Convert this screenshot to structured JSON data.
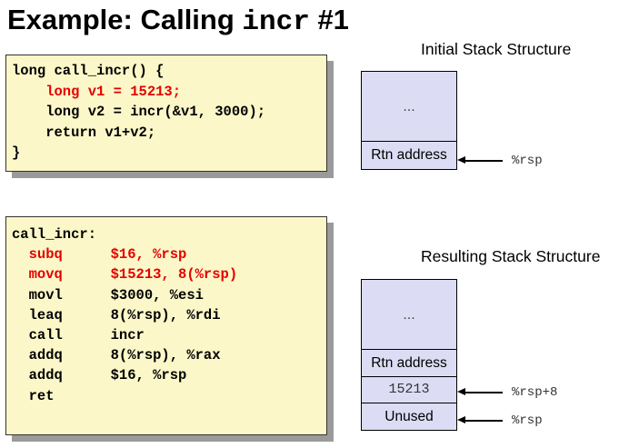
{
  "title": {
    "prefix": "Example: Calling ",
    "func": "incr",
    "suffix": " #1"
  },
  "c_code": {
    "lines": [
      {
        "text": "long call_incr() {",
        "highlight": false
      },
      {
        "text": "    long v1 = 15213;",
        "highlight": true
      },
      {
        "text": "    long v2 = incr(&v1, 3000);",
        "highlight": false
      },
      {
        "text": "    return v1+v2;",
        "highlight": false
      },
      {
        "text": "}",
        "highlight": false
      }
    ]
  },
  "asm_code": {
    "label": "call_incr:",
    "lines": [
      {
        "instr": "subq",
        "operands": "$16, %rsp",
        "highlight": true
      },
      {
        "instr": "movq",
        "operands": "$15213, 8(%rsp)",
        "highlight": true
      },
      {
        "instr": "movl",
        "operands": "$3000, %esi",
        "highlight": false
      },
      {
        "instr": "leaq",
        "operands": "8(%rsp), %rdi",
        "highlight": false
      },
      {
        "instr": "call",
        "operands": "incr",
        "highlight": false
      },
      {
        "instr": "addq",
        "operands": "8(%rsp), %rax",
        "highlight": false
      },
      {
        "instr": "addq",
        "operands": "$16, %rsp",
        "highlight": false
      },
      {
        "instr": "ret",
        "operands": "",
        "highlight": false
      }
    ]
  },
  "initial_stack": {
    "label": "Initial Stack Structure",
    "cells": {
      "dots": "...",
      "rtn": "Rtn address"
    },
    "pointer": "%rsp"
  },
  "resulting_stack": {
    "label": "Resulting Stack Structure",
    "cells": {
      "dots": "...",
      "rtn": "Rtn address",
      "value": "15213",
      "unused": "Unused"
    },
    "pointers": {
      "plus8": "%rsp+8",
      "rsp": "%rsp"
    }
  },
  "colors": {
    "highlight": "#e60000",
    "code_bg": "#fbf7c8",
    "stack_bg": "#dcdcf5"
  }
}
